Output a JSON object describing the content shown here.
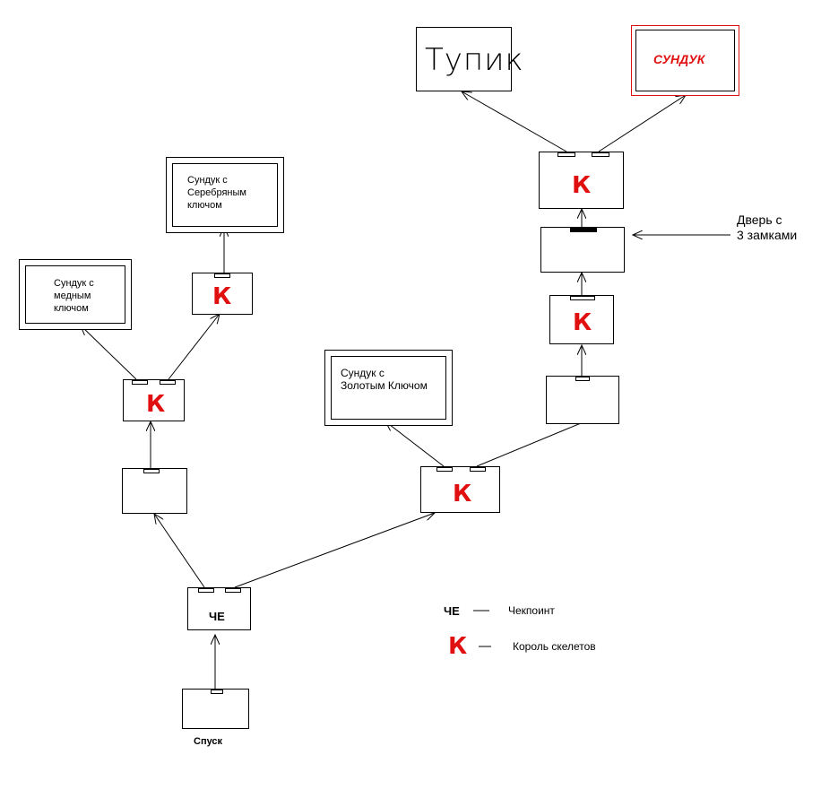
{
  "nodes": {
    "start": {
      "label": "Спуск"
    },
    "checkpoint": {
      "label": "ЧЕ"
    },
    "king_left": {
      "label": "К"
    },
    "king_silver": {
      "label": "К"
    },
    "king_mid": {
      "label": "К"
    },
    "king_right_low": {
      "label": "К"
    },
    "king_top": {
      "label": "К"
    },
    "chest_copper": {
      "label": "Сундук с\nмедным\nключом"
    },
    "chest_silver": {
      "label": "Сундук с\nСеребряным\nключом"
    },
    "chest_gold": {
      "label": "Сундук с\nЗолотым Ключом"
    },
    "dead_end": {
      "label": "Тупик"
    },
    "final_chest": {
      "label": "СУНДУК"
    },
    "door_note": {
      "label": "Дверь с\n3 замками"
    }
  },
  "legend": {
    "checkpoint_symbol": "ЧЕ",
    "checkpoint_dash": "—",
    "checkpoint_text": "Чекпоинт",
    "king_symbol": "К",
    "king_dash": "—",
    "king_text": "Король скелетов"
  },
  "colors": {
    "king": "#e01010",
    "final_chest": "#e01010",
    "door": "#000000"
  }
}
